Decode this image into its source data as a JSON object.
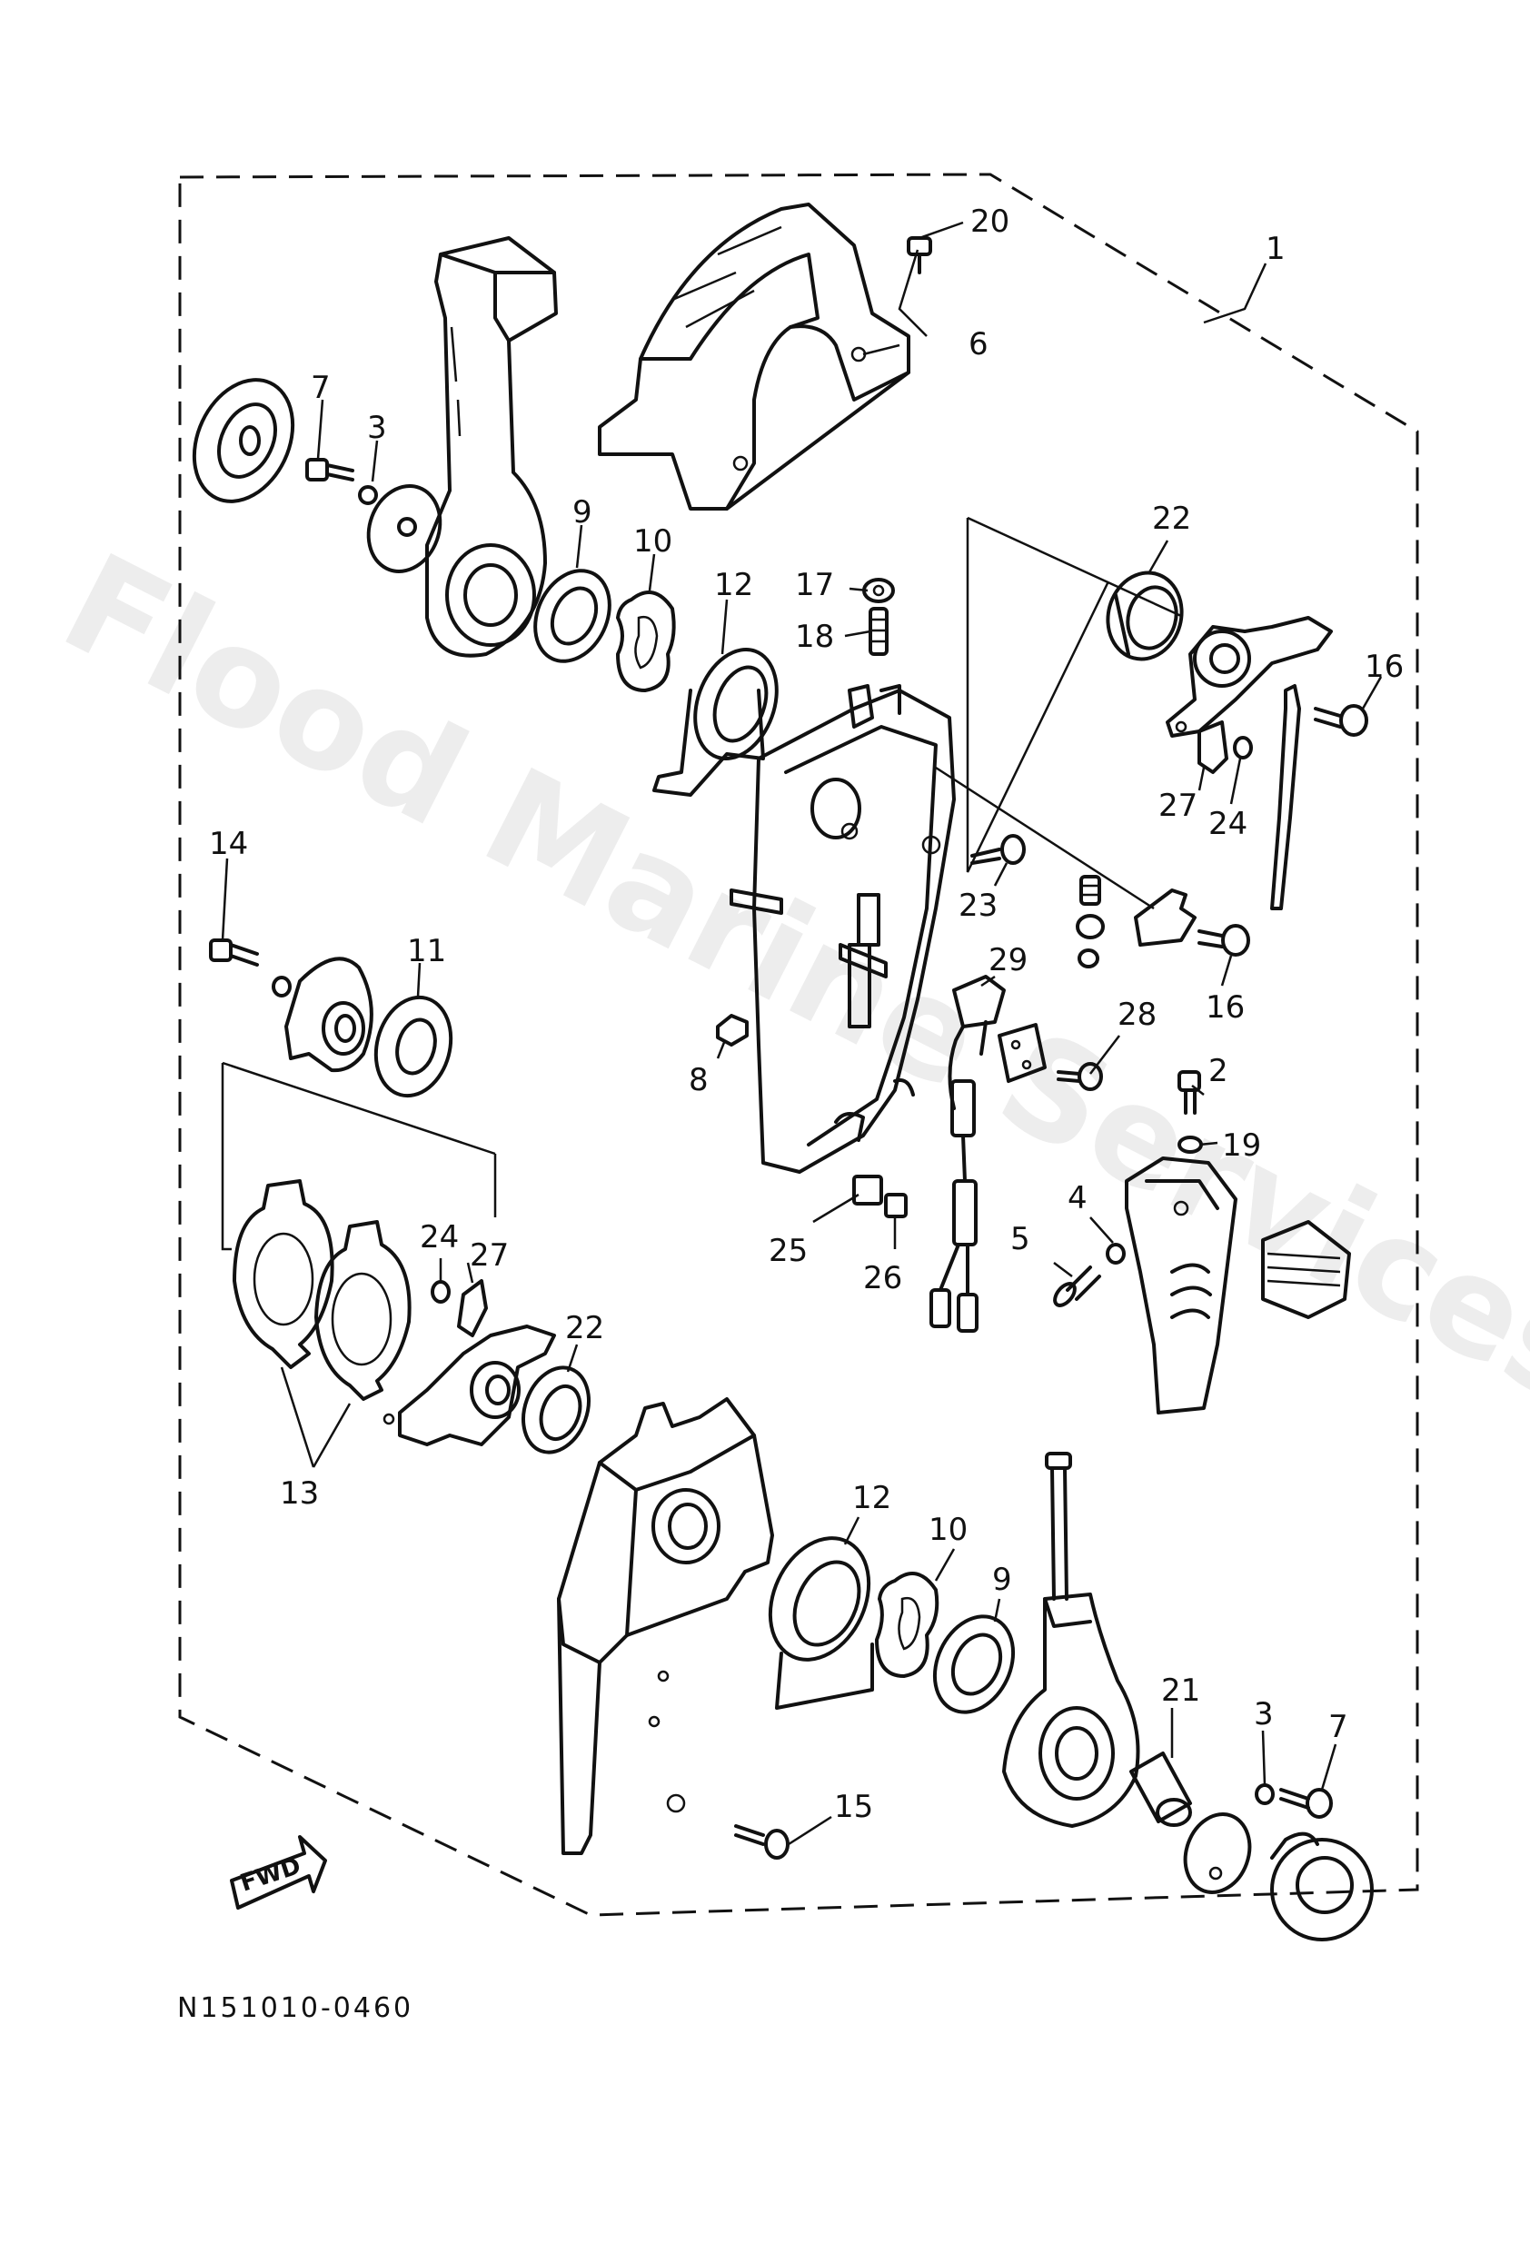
{
  "watermark": "Flood Marine Services",
  "diagram_code": "N151010-0460",
  "fwd_label": "FWD",
  "callouts": [
    {
      "id": "c20",
      "text": "20"
    },
    {
      "id": "c1",
      "text": "1"
    },
    {
      "id": "c6",
      "text": "6"
    },
    {
      "id": "c7a",
      "text": "7"
    },
    {
      "id": "c3a",
      "text": "3"
    },
    {
      "id": "c9a",
      "text": "9"
    },
    {
      "id": "c10a",
      "text": "10"
    },
    {
      "id": "c12a",
      "text": "12"
    },
    {
      "id": "c17",
      "text": "17"
    },
    {
      "id": "c18",
      "text": "18"
    },
    {
      "id": "c22a",
      "text": "22"
    },
    {
      "id": "c16a",
      "text": "16"
    },
    {
      "id": "c27a",
      "text": "27"
    },
    {
      "id": "c24a",
      "text": "24"
    },
    {
      "id": "c23",
      "text": "23"
    },
    {
      "id": "c14",
      "text": "14"
    },
    {
      "id": "c11",
      "text": "11"
    },
    {
      "id": "c16b",
      "text": "16"
    },
    {
      "id": "c29",
      "text": "29"
    },
    {
      "id": "c28",
      "text": "28"
    },
    {
      "id": "c8",
      "text": "8"
    },
    {
      "id": "c2",
      "text": "2"
    },
    {
      "id": "c19",
      "text": "19"
    },
    {
      "id": "c4",
      "text": "4"
    },
    {
      "id": "c5",
      "text": "5"
    },
    {
      "id": "c24b",
      "text": "24"
    },
    {
      "id": "c27b",
      "text": "27"
    },
    {
      "id": "c22b",
      "text": "22"
    },
    {
      "id": "c25",
      "text": "25"
    },
    {
      "id": "c26",
      "text": "26"
    },
    {
      "id": "c13",
      "text": "13"
    },
    {
      "id": "c12b",
      "text": "12"
    },
    {
      "id": "c10b",
      "text": "10"
    },
    {
      "id": "c9b",
      "text": "9"
    },
    {
      "id": "c21",
      "text": "21"
    },
    {
      "id": "c3b",
      "text": "3"
    },
    {
      "id": "c7b",
      "text": "7"
    },
    {
      "id": "c15",
      "text": "15"
    }
  ]
}
